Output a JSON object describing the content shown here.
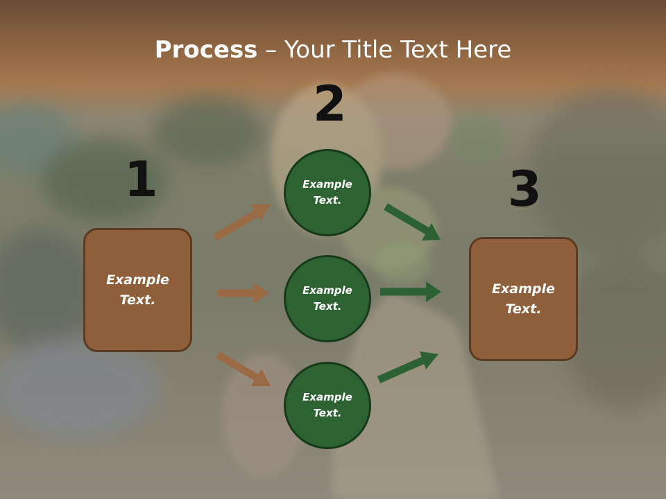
{
  "title": {
    "bold": "Process",
    "rest": " – Your Title Text Here"
  },
  "steps": [
    {
      "number": "1",
      "text": "Example Text."
    },
    {
      "number": "2"
    },
    {
      "number": "3",
      "text": "Example Text."
    }
  ],
  "circles": [
    {
      "text": "Example Text."
    },
    {
      "text": "Example Text."
    },
    {
      "text": "Example Text."
    }
  ],
  "colors": {
    "box_fill": "#8f5f3c",
    "circle_fill": "#2e6232",
    "brown_arrow": "#9a6a45",
    "green_arrow": "#2d6133"
  }
}
